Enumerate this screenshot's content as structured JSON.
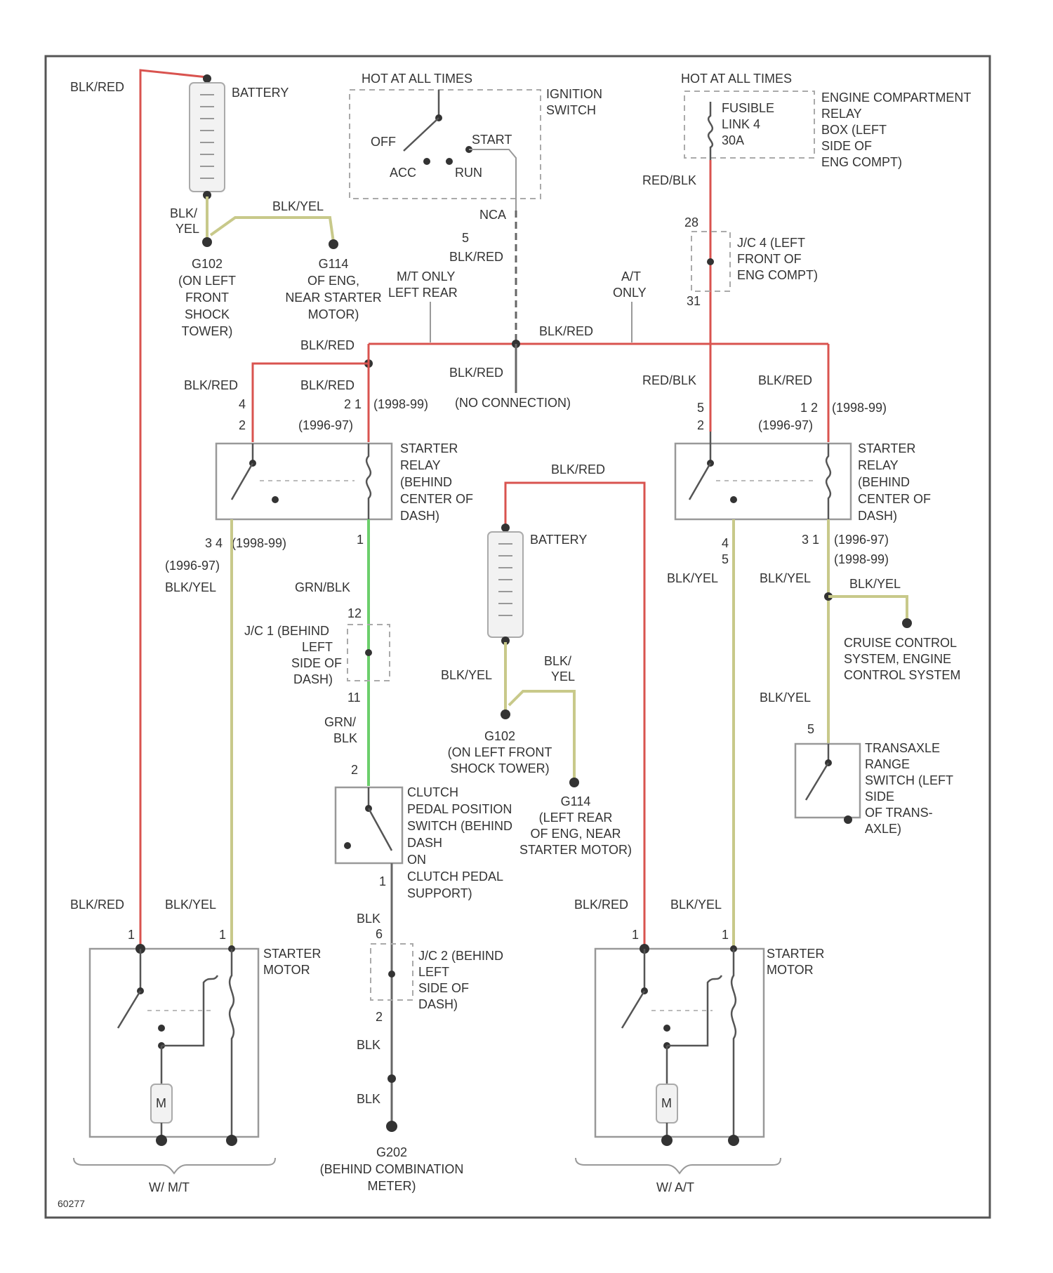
{
  "diagram": {
    "battery_label": "BATTERY",
    "battery_label_2": "BATTERY",
    "hot_at_all_times_1": "HOT AT ALL TIMES",
    "hot_at_all_times_2": "HOT AT ALL TIMES",
    "ignition_switch": [
      "IGNITION",
      "SWITCH"
    ],
    "ign_off": "OFF",
    "ign_acc": "ACC",
    "ign_start": "START",
    "ign_run": "RUN",
    "engine_relay_box": [
      "ENGINE COMPARTMENT",
      "RELAY",
      "BOX (LEFT",
      "SIDE OF",
      "ENG COMPT)"
    ],
    "fusible_link": [
      "FUSIBLE",
      "LINK 4",
      "30A"
    ],
    "wire_bluered_top": "BLK/RED",
    "wire_blkyel_bat": [
      "BLK/",
      "YEL"
    ],
    "wire_blkyel_g114": "BLK/YEL",
    "g102_label": [
      "G102",
      "(ON LEFT",
      "FRONT",
      "SHOCK",
      "TOWER)"
    ],
    "g114_label": [
      "G114",
      "OF ENG,",
      "NEAR STARTER",
      "MOTOR)"
    ],
    "wire_nca": "NCA",
    "wire_5_blkred": [
      "5",
      "BLK/RED"
    ],
    "mt_only": [
      "M/T ONLY",
      "LEFT REAR"
    ],
    "at_only": [
      "A/T",
      "ONLY"
    ],
    "wire_red_blk": "RED/BLK",
    "jc4_label": [
      "J/C 4 (LEFT",
      "FRONT OF",
      "ENG COMPT)"
    ],
    "jc4_pin_top": "28",
    "jc4_pin_bot": "31",
    "bus_blkred_left": "BLK/RED",
    "bus_blkred_right": "BLK/RED",
    "no_connection": "(NO CONNECTION)",
    "bus_blkred_mid": "BLK/RED",
    "left_relay_wire_a": "BLK/RED",
    "left_relay_wire_b": "BLK/RED",
    "left_relay_pins_a": [
      "4",
      "2"
    ],
    "left_relay_pins_b": "2 1",
    "left_relay_year_a": "(1996-97)",
    "left_relay_year_b": "(1998-99)",
    "starter_relay_left": [
      "STARTER",
      "RELAY",
      "(BEHIND",
      "CENTER OF",
      "DASH)"
    ],
    "right_relay_wire_a": "RED/BLK",
    "right_relay_wire_b": "BLK/RED",
    "right_relay_pins_a": [
      "5",
      "2"
    ],
    "right_relay_pins_b": "1 2",
    "right_relay_year_a": "(1996-97)",
    "right_relay_year_b": "(1998-99)",
    "starter_relay_right": [
      "STARTER",
      "RELAY",
      "(BEHIND",
      "CENTER OF",
      "DASH)"
    ],
    "center_blkred": "BLK/RED",
    "left_out_pins": "3 4",
    "left_out_year_a": "(1998-99)",
    "left_out_year_b": "(1996-97)",
    "left_out_wire": "BLK/YEL",
    "grn_wire": "GRN/BLK",
    "grn_pin": "1",
    "jc1_label": [
      "J/C 1 (BEHIND",
      "LEFT",
      "SIDE OF",
      "DASH)"
    ],
    "jc1_pin_top": "12",
    "jc1_pin_bot": "11",
    "grn_blk_2": [
      "GRN/",
      "BLK"
    ],
    "clutch_pin": "2",
    "clutch_switch": [
      "CLUTCH",
      "PEDAL POSITION",
      "SWITCH (BEHIND",
      "DASH",
      "ON",
      "CLUTCH PEDAL",
      "SUPPORT)"
    ],
    "center_bat_blkyel": "BLK/YEL",
    "center_bat_blkyel2": [
      "BLK/",
      "YEL"
    ],
    "g102b_label": [
      "G102",
      "(ON LEFT FRONT",
      "SHOCK TOWER)"
    ],
    "g114b_label": [
      "G114",
      "(LEFT REAR",
      "OF ENG, NEAR",
      "STARTER MOTOR)"
    ],
    "right_out_pins_a": [
      "4",
      "5"
    ],
    "right_out_wire_a": "BLK/YEL",
    "right_out_pins_b": "3 1",
    "right_out_year_a": "(1996-97)",
    "right_out_year_b": "(1998-99)",
    "right_out_wire_b": "BLK/YEL",
    "right_out_wire_c": "BLK/YEL",
    "cruise_label": [
      "CRUISE CONTROL",
      "SYSTEM, ENGINE",
      "CONTROL SYSTEM"
    ],
    "right_out_wire_d": "BLK/YEL",
    "trans_pin": "5",
    "trans_switch": [
      "TRANSAXLE",
      "RANGE",
      "SWITCH (LEFT",
      "SIDE",
      "OF TRANS-",
      "AXLE)"
    ],
    "blk_1": "BLK",
    "blk_pin_a": "1",
    "blk_pin_b": "6",
    "jc2_label": [
      "J/C 2 (BEHIND",
      "LEFT",
      "SIDE OF",
      "DASH)"
    ],
    "jc2_pin_bot": "2",
    "blk_2": "BLK",
    "blk_3": "BLK",
    "g202_label": [
      "G202",
      "(BEHIND COMBINATION",
      "METER)"
    ],
    "lm_wire_red": "BLK/RED",
    "lm_wire_yel": "BLK/YEL",
    "lm_pin_red": "1",
    "lm_pin_yel": "1",
    "starter_motor_left": [
      "STARTER",
      "MOTOR"
    ],
    "rm_wire_red": "BLK/RED",
    "rm_wire_yel": "BLK/YEL",
    "rm_pin_red": "1",
    "rm_pin_yel": "1",
    "starter_motor_right": [
      "STARTER",
      "MOTOR"
    ],
    "motor_symbol": "M",
    "mt_label": "W/ M/T",
    "at_label": "W/ A/T",
    "fig_code": "60277"
  },
  "colors": {
    "red_wire": "#d9534f",
    "yellow_wire": "#c8c98a",
    "green_wire": "#6ccf6c",
    "black_wire": "#666666"
  }
}
